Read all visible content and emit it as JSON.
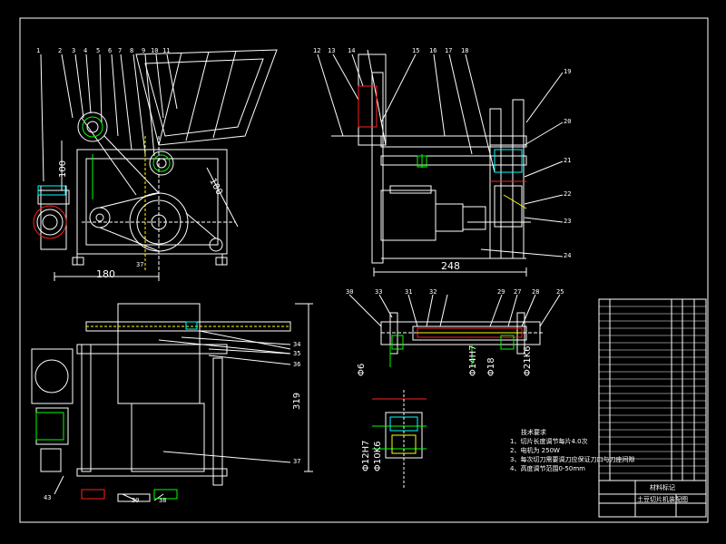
{
  "callouts_top_left": [
    "1",
    "2",
    "3",
    "4",
    "5",
    "6",
    "7",
    "8",
    "9",
    "10",
    "11"
  ],
  "callouts_top_right": [
    "12",
    "13",
    "14",
    "15",
    "16",
    "17",
    "18"
  ],
  "callouts_right_side": [
    "19",
    "20",
    "21",
    "22",
    "23",
    "24"
  ],
  "callouts_mid_detail": [
    "30",
    "33",
    "31",
    "32",
    "29",
    "27",
    "28",
    "25"
  ],
  "callouts_lower_left": [
    "34",
    "35",
    "36",
    "37",
    "43",
    "39",
    "38"
  ],
  "label_37_front": "37",
  "dims": {
    "front_width": "180",
    "front_height": "100",
    "front_diag": "100",
    "side_width": "248",
    "bottom_height": "319",
    "d1": "Φ6",
    "d2": "Φ14H7",
    "d3": "Φ18",
    "d4": "Φ21K6",
    "d5": "Φ12H7",
    "d6": "Φ10K6"
  },
  "tech_notes": {
    "title": "技术要求",
    "lines": [
      "1、切片长度调节每片4.0次",
      "2、电机为 250W",
      "3、每次切刀需要调刀应保证刀口与刀座间隙",
      "4、高度调节范围0-50mm"
    ]
  },
  "title_block": {
    "name": "土豆切片机装配图",
    "sub": "材料标记"
  },
  "colors": {
    "background": "#000000",
    "lines": "#ffffff",
    "accent_green": "#00ff00",
    "accent_red": "#ff2020",
    "accent_yellow": "#ffff00",
    "accent_cyan": "#00ffff"
  }
}
